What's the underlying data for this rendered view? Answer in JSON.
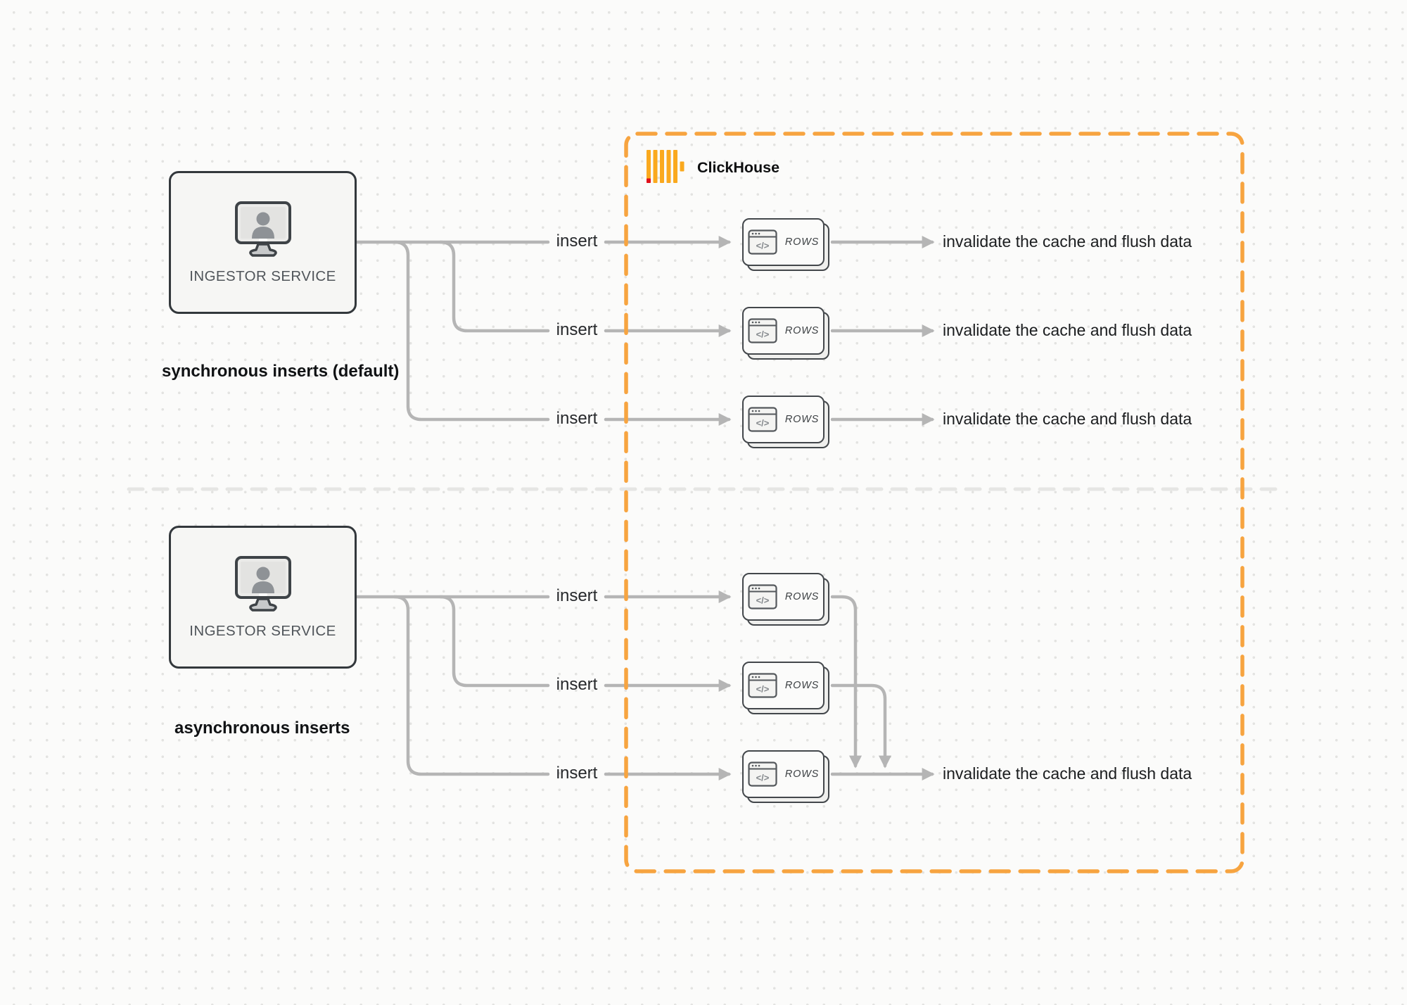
{
  "diagram": {
    "clickhouse_label": "ClickHouse",
    "sync": {
      "service_label": "INGESTOR SERVICE",
      "caption": "synchronous inserts (default)",
      "rows": [
        {
          "insert_label": "insert",
          "card_label": "ROWS",
          "code_glyph": "</>",
          "result_label": "invalidate the cache and flush data"
        },
        {
          "insert_label": "insert",
          "card_label": "ROWS",
          "code_glyph": "</>",
          "result_label": "invalidate the cache and flush data"
        },
        {
          "insert_label": "insert",
          "card_label": "ROWS",
          "code_glyph": "</>",
          "result_label": "invalidate the cache and flush data"
        }
      ]
    },
    "async": {
      "service_label": "INGESTOR SERVICE",
      "caption": "asynchronous inserts",
      "rows": [
        {
          "insert_label": "insert",
          "card_label": "ROWS",
          "code_glyph": "</>"
        },
        {
          "insert_label": "insert",
          "card_label": "ROWS",
          "code_glyph": "</>"
        },
        {
          "insert_label": "insert",
          "card_label": "ROWS",
          "code_glyph": "</>"
        }
      ],
      "result_label": "invalidate the cache and flush data"
    },
    "colors": {
      "boundary_orange": "#F7A440",
      "logo_yellow": "#FAA91E",
      "logo_red": "#E0101B",
      "connector_gray": "#B5B5B5",
      "divider_gray": "#E6E6E4"
    }
  }
}
